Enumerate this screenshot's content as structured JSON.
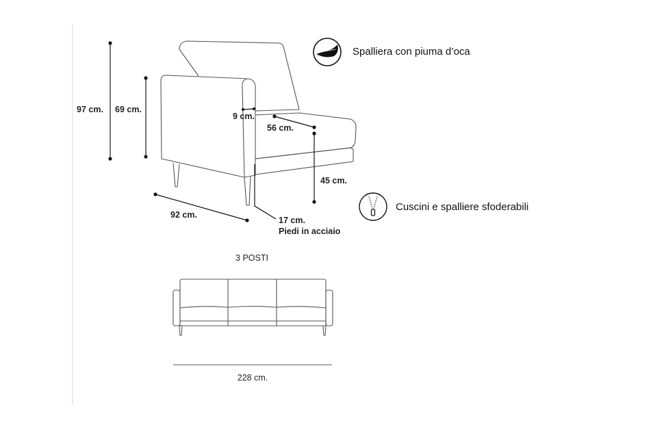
{
  "diagram": {
    "module": {
      "dimensions": {
        "total_height": "97 cm.",
        "arm_height": "69 cm.",
        "arm_width": "9 cm.",
        "seat_depth": "56 cm.",
        "seat_height": "45 cm.",
        "depth": "92 cm.",
        "leg_height": "17 cm.",
        "leg_material": "Piedi in acciaio"
      }
    },
    "features": [
      {
        "icon": "feather-icon",
        "label": "Spalliera con piuma d’oca"
      },
      {
        "icon": "zipper-icon",
        "label": "Cuscini e spalliere sfoderabili"
      }
    ],
    "sofa": {
      "title": "3 POSTI",
      "width": "228 cm."
    }
  }
}
